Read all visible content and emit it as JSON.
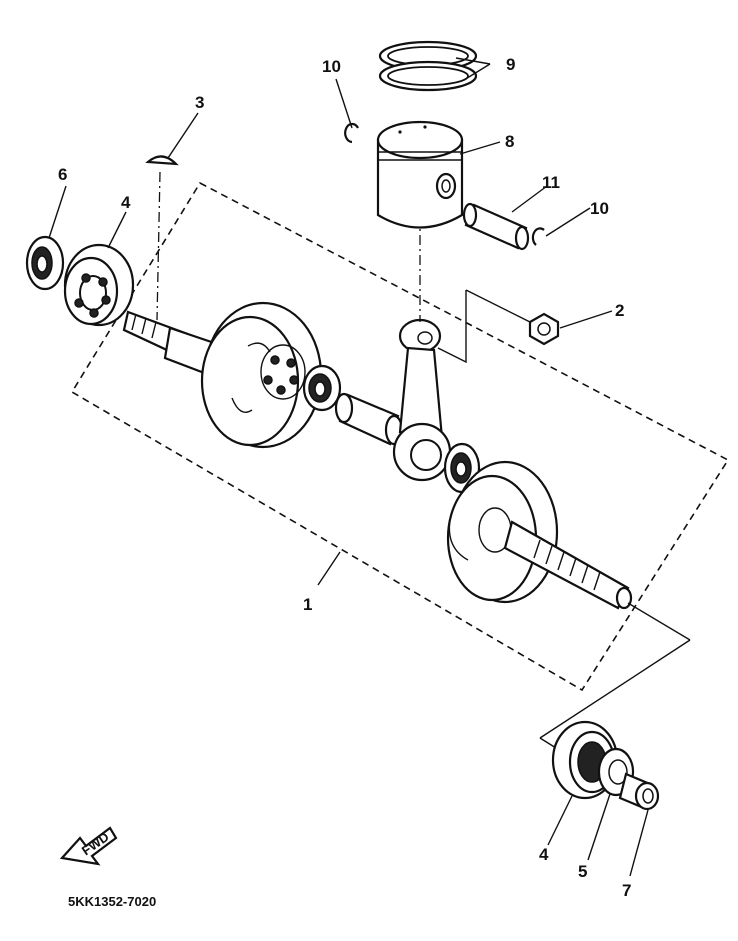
{
  "diagram": {
    "code": "5KK1352-7020",
    "fwd_label": "FWD",
    "callouts": {
      "c1": "1",
      "c2": "2",
      "c3": "3",
      "c4a": "4",
      "c4b": "4",
      "c5": "5",
      "c6": "6",
      "c7": "7",
      "c8": "8",
      "c9": "9",
      "c10a": "10",
      "c10b": "10",
      "c11": "11"
    }
  }
}
